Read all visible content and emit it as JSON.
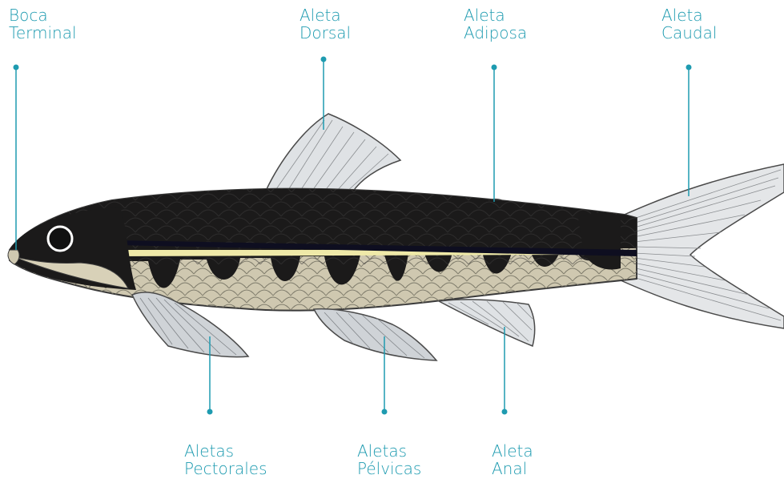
{
  "labels": {
    "boca": {
      "line1": "Boca",
      "line2": "Terminal"
    },
    "dorsal": {
      "line1": "Aleta",
      "line2": "Dorsal"
    },
    "adiposa": {
      "line1": "Aleta",
      "line2": "Adiposa"
    },
    "caudal": {
      "line1": "Aleta",
      "line2": "Caudal"
    },
    "pectorales": {
      "line1": "Aletas",
      "line2": "Pectorales"
    },
    "pelvicas": {
      "line1": "Aletas",
      "line2": "Pélvicas"
    },
    "anal": {
      "line1": "Aleta",
      "line2": "Anal"
    }
  },
  "colors": {
    "leader": "#1e9bb0",
    "body_dark": "#1b1a1a",
    "belly": "#cfc8b0",
    "fin": "#dfe2e5",
    "stripe_yellow": "#efe9a8"
  }
}
